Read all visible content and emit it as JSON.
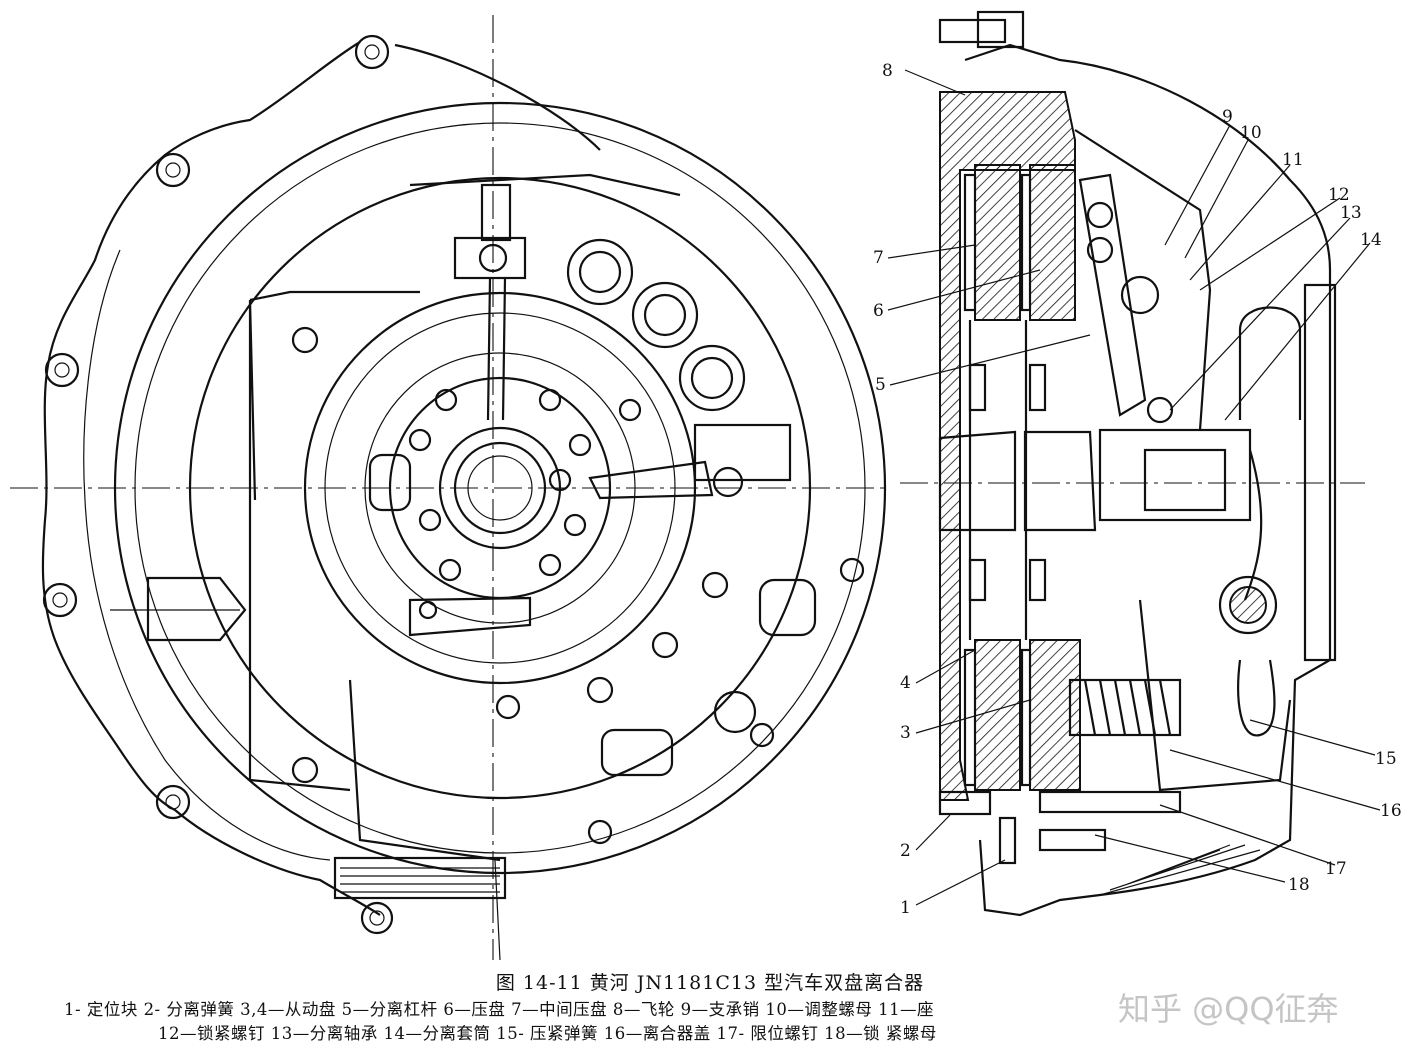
{
  "figure": {
    "title": "图 14-11   黄河 JN1181C13 型汽车双盘离合器",
    "legend_line_1": "1- 定位块   2- 分离弹簧   3,4—从动盘   5—分离杠杆   6—压盘   7—中间压盘   8—飞轮   9—支承销   10—调整螺母   11—座   ",
    "legend_line_2": "12—锁紧螺钉   13—分离轴承   14—分离套筒   15- 压紧弹簧   16—离合器盖   17- 限位螺钉   18—锁 紧螺母"
  },
  "callouts": [
    "1",
    "2",
    "3",
    "4",
    "5",
    "6",
    "7",
    "8",
    "9",
    "10",
    "11",
    "12",
    "13",
    "14",
    "15",
    "16",
    "17",
    "18"
  ],
  "watermark": "知乎 @QQ征奔"
}
